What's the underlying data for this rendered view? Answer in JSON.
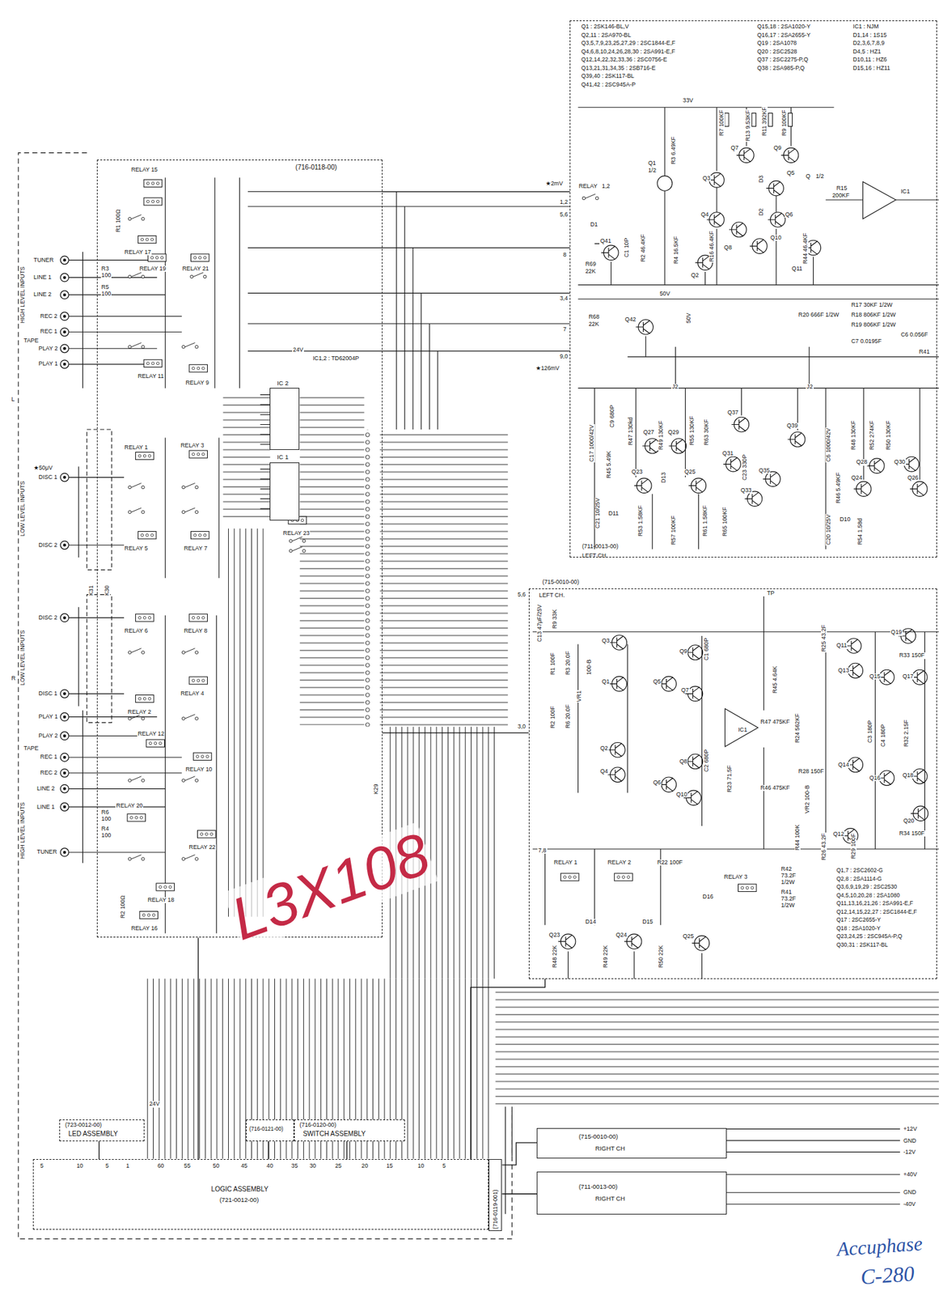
{
  "diagram": {
    "nodes": [
      {
        "text": [
          "(716-0118-00)"
        ]
      },
      {
        "text": [
          "IC 2"
        ],
        "in": 0
      },
      {
        "text": [
          "IC 1"
        ],
        "in": 0
      },
      {
        "text": [
          "(711-0013-00)",
          "LEFT CH."
        ]
      },
      {
        "text": [
          "(715-0010-00)",
          "LEFT CH."
        ]
      },
      {
        "text": [
          "(723-0012-00)",
          "LED ASSEMBLY"
        ]
      },
      {
        "text": [
          "(716-0121-00)"
        ]
      },
      {
        "text": [
          "(716-0120-00)",
          "SWITCH ASSEMBLY"
        ]
      },
      {
        "text": [
          "LOGIC ASSEMBLY",
          "(721-0012-00)"
        ]
      },
      {
        "text": [
          "(716-0119-001)"
        ]
      },
      {
        "text": [
          "(715-0010-00)",
          "RIGHT CH"
        ]
      },
      {
        "text": [
          "(711-0013-00)",
          "RIGHT CH"
        ]
      }
    ],
    "edges": [
      {
        "from": 8,
        "to": 5,
        "arrow": "none"
      },
      {
        "from": 8,
        "to": 6,
        "arrow": "none"
      },
      {
        "from": 8,
        "to": 7,
        "arrow": "none"
      },
      {
        "from": 0,
        "to": 8,
        "arrow": "none"
      },
      {
        "from": 8,
        "to": 4,
        "arrow": "none"
      },
      {
        "from": 0,
        "to": 3,
        "arrow": "none"
      },
      {
        "from": 0,
        "to": 4,
        "arrow": "none"
      },
      {
        "from": 9,
        "to": 10,
        "arrow": "none"
      },
      {
        "from": 9,
        "to": 11,
        "arrow": "none"
      }
    ],
    "labels": [
      "Q1 : 2SK146-BL,V",
      "Q2,11 : 2SA970-BL",
      "Q3,5,7,9,23,25,27,29 : 2SC1844-E,F",
      "Q4,6,8,10,24,26,28,30 : 2SA991-E,F",
      "Q12,14,22,32,33,36 : 2SC0756-E",
      "Q13,21,31,34,35 : 2SB716-E",
      "Q39,40 : 2SK117-BL",
      "Q41,42 : 2SC945A-P",
      "Q15,18 : 2SA1020-Y",
      "Q16,17 : 2SA2655-Y",
      "Q19 : 2SA1078",
      "Q20 : 2SC2528",
      "Q37 : 2SC2275-P,Q",
      "Q38 : 2SA985-P,Q",
      "IC1 : NJM",
      "D1,14 : 1S15",
      "D2,3,6,7,8,9",
      "D4,5 : HZ1",
      "D10,11 : HZ6",
      "D15,16 : HZ11",
      "33V",
      "R7 100KF",
      "R13 9.53KF",
      "R11 392KF",
      "R9 100KF",
      "R3 6.49KF",
      "Q1",
      "1/2",
      "Q3",
      "Q7",
      "Q9",
      "Q5",
      "Q4",
      "Q8",
      "Q6",
      "Q10",
      "Q2",
      "Q11",
      "D3",
      "D2",
      "Q",
      "1/2",
      "R15",
      "200KF",
      "IC1",
      "R16 46.4KF",
      "R44 46.4KF",
      "R4 16.5KF",
      "R2 46.4KF",
      "C1 10P",
      "R69",
      "22K",
      "Q41",
      "D1",
      "RELAY",
      "1,2",
      "★2mV",
      "1,2",
      "5,6",
      "8",
      "3,4",
      "7",
      "9,0",
      "★126mV",
      "R68",
      "22K",
      "Q42",
      "50V",
      "50V",
      "R20 666F 1/2W",
      "R17 30KF 1/2W",
      "R18 806KF 1/2W",
      "R19 806KF 1/2W",
      "C6 0.056F",
      "C7 0.0195F",
      "R41",
      "J2",
      "J2",
      "C17 1000/42V",
      "C9 680P",
      "R45 5.49K",
      "R47 130kd",
      "Q27",
      "R49 130KF",
      "Q29",
      "R55 130KF",
      "R63 30KF",
      "Q37",
      "Q39",
      "Q31",
      "Q35",
      "Q33",
      "Q23",
      "Q25",
      "D13",
      "C21 10/25V",
      "D11",
      "R53 1.58KF",
      "R57 100KF",
      "R61 1.58KF",
      "R65 100KF",
      "C23 330P",
      "C6 1000/42V",
      "R46 5.49KF",
      "R48 130KF",
      "R52 274KF",
      "R50 130KF",
      "Q28",
      "Q30",
      "Q24",
      "Q26",
      "C20 10/25V",
      "D10",
      "R54 1.58d",
      "HIGH LEVEL INPUTS",
      "TUNER",
      "LINE 1",
      "LINE 2",
      "REC 2",
      "REC 1",
      "TAPE",
      "PLAY 2",
      "PLAY 1",
      "L",
      "★50μV",
      "DISC 1",
      "LOW LEVEL INPUTS",
      "DISC 2",
      "DISC 2",
      "LOW LEVEL INPUTS",
      "DISC 1",
      "R",
      "PLAY 1",
      "PLAY 2",
      "TAPE",
      "REC 1",
      "REC 2",
      "LINE 2",
      "LINE 1",
      "TUNER",
      "HIGH LEVEL INPUTS",
      "RELAY 15",
      "R1 100Ω",
      "RELAY 17",
      "RELAY 19",
      "RELAY 21",
      "R3",
      "100",
      "R5",
      "100",
      "RELAY 11",
      "RELAY 9",
      "RELAY 1",
      "RELAY 3",
      "RELAY 5",
      "RELAY 7",
      "RELAY 23",
      "RELAY 6",
      "RELAY 8",
      "RELAY 4",
      "RELAY 2",
      "RELAY 12",
      "RELAY 10",
      "RELAY 20",
      "RELAY 22",
      "R6",
      "100",
      "R4",
      "100",
      "R2 100Ω",
      "RELAY 18",
      "RELAY 16",
      "K31",
      "K30",
      "K29",
      "IC1,2 : TD62004P",
      "24V",
      "L3X108",
      "5,6",
      "3,0",
      "7,8",
      "C13 47μF/25V",
      "R9 33K",
      "R1 100F",
      "R3 20.0F",
      "R2 100F",
      "R6 20.0F",
      "VR1",
      "100-B",
      "Q3",
      "Q1",
      "Q5",
      "Q9",
      "Q7",
      "Q2",
      "Q4",
      "Q6",
      "Q8",
      "Q10",
      "C1 680P",
      "C2 680P",
      "R23 71.5F",
      "TP",
      "IC1",
      "R45 4.64K",
      "R47 475KF",
      "R46 475KF",
      "VR2 100-B",
      "R24 562KF",
      "R28 150F",
      "R44 100K",
      "R25 43.2F",
      "R26 43.2F",
      "Q11",
      "Q13",
      "Q14",
      "Q12",
      "Q15",
      "Q17",
      "Q16",
      "Q18",
      "Q19",
      "Q20",
      "C3 180P",
      "C4 180P",
      "R32 2.15F",
      "R33 150F",
      "R34 150F",
      "R29 100F",
      "RELAY 1",
      "RELAY 2",
      "RELAY 3",
      "R22 100F",
      "R42",
      "73.2F",
      "1/2W",
      "R41",
      "73.2F",
      "1/2W",
      "D16",
      "D14",
      "D15",
      "Q23",
      "Q24",
      "Q25",
      "R48 22K",
      "R49 22K",
      "R50 22K",
      "Q1,7 : 2SC2602-G",
      "Q2,8 : 2SA1114-G",
      "Q3,6,9,19,29 : 2SC2530",
      "Q4,5,10,20,28 : 2SA1080",
      "Q11,13,16,21,26 : 2SA991-E,F",
      "Q12,14,15,22,27 : 2SC1844-E,F",
      "Q17 : 2SC2655-Y",
      "Q18 : 2SA1020-Y",
      "Q23,24,25 : 2SC945A-P,Q",
      "Q30,31 : 2SK117-BL",
      "+12V",
      "GND",
      "-12V",
      "+40V",
      "GND",
      "-40V",
      "5",
      "10",
      "5",
      "1",
      "60",
      "55",
      "50",
      "45",
      "40",
      "35",
      "30",
      "25",
      "20",
      "15",
      "10",
      "5",
      "24V",
      "Accuphase",
      "C-280"
    ]
  }
}
